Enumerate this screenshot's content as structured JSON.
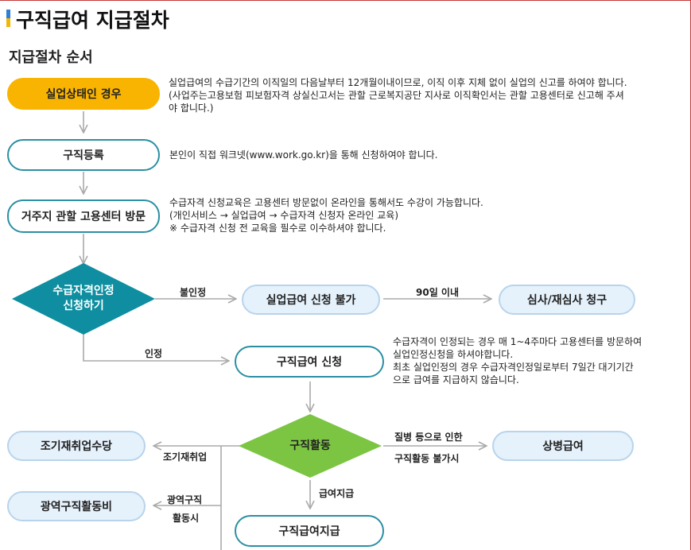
{
  "page": {
    "title": "구직급여 지급절차",
    "section_title": "지급절차 순서"
  },
  "colors": {
    "accent_blue": "#2f80d1",
    "accent_yellow": "#f2b705",
    "start_node": "#f8b400",
    "diamond_teal": "#0e8ea0",
    "diamond_green": "#7cc543",
    "node_border": "#2b8fa3",
    "node_blue_fill": "#e5f1fb",
    "connector": "#aaaaaa"
  },
  "steps": {
    "unemployed": {
      "label": "실업상태인 경우",
      "desc": [
        "실업급여의 수급기간의 이직일의 다음날부터 12개월이내이므로, 이직 이후 지체 없이 실업의 신고를 하여야 합니다.",
        "(사업주는고용보험 피보험자격 상실신고서는 관할 근로복지공단 지사로 이직확인서는 관할 고용센터로 신고해 주셔",
        "야 합니다.)"
      ]
    },
    "registration": {
      "label": "구직등록",
      "desc": [
        "본인이 직접 워크넷(www.work.go.kr)을 통해 신청하여야 합니다."
      ]
    },
    "visit": {
      "label": "거주지 관할 고용센터 방문",
      "desc": [
        "수급자격 신청교육은 고용센터 방문없이 온라인을 통해서도 수강이 가능합니다.",
        "(개인서비스 → 실업급여 → 수급자격 신청자 온라인 교육)",
        "※ 수급자격 신청 전 교육을 필수로 이수하셔야 합니다."
      ]
    },
    "eligibility": {
      "line1": "수급자격인정",
      "line2": "신청하기",
      "reject_label": "불인정",
      "approve_label": "인정"
    },
    "not_possible": {
      "label": "실업급여 신청 불가",
      "arrow_label": "90일 이내"
    },
    "review": {
      "label": "심사/재심사 청구"
    },
    "apply": {
      "label": "구직급여 신청",
      "desc": [
        "수급자격이 인정되는 경우 매 1~4주마다 고용센터를 방문하여",
        "실업인정신청을 하셔야합니다.",
        "최초 실업인정의 경우 수급자격인정일로부터 7일간 대기기간",
        "으로 급여를 지급하지 않습니다."
      ]
    },
    "job_search": {
      "label": "구직활동",
      "sick_label_1": "질병 등으로 인한",
      "sick_label_2": "구직활동 불가시",
      "early_label": "조기재취업",
      "wide_label_1": "광역구직",
      "wide_label_2": "활동시",
      "pay_label": "급여지급"
    },
    "sickness_benefit": {
      "label": "상병급여"
    },
    "early_allowance": {
      "label": "조기재취업수당"
    },
    "wide_area": {
      "label": "광역구직활동비"
    },
    "payment": {
      "label": "구직급여지급"
    }
  }
}
